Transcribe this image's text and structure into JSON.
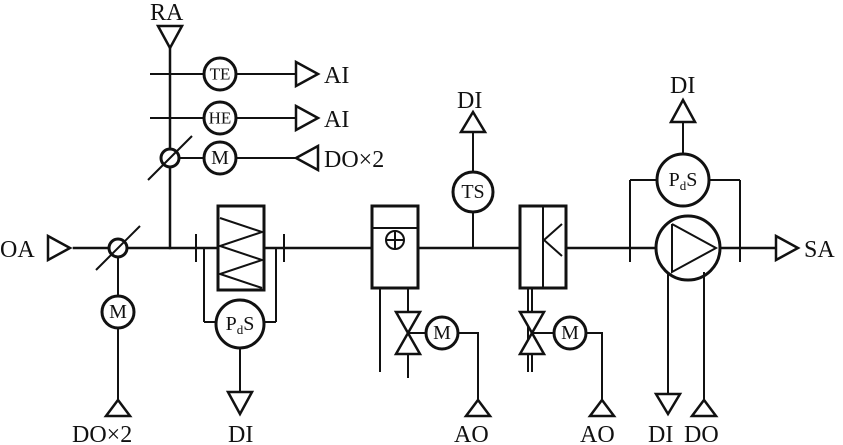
{
  "labels": {
    "ra": "RA",
    "oa": "OA",
    "sa": "SA",
    "ai_te": "AI",
    "ai_he": "AI",
    "do_ra_damper": "DO×2",
    "do_oa_damper": "DO×2",
    "di_filter": "DI",
    "di_ts": "DI",
    "ao_heating": "AO",
    "ao_cooling": "AO",
    "di_fan_pds": "DI",
    "di_fan": "DI",
    "do_fan": "DO"
  },
  "instruments": {
    "te": "TE",
    "he": "HE",
    "m_ra": "M",
    "m_oa": "M",
    "ts": "TS",
    "m_heat": "M",
    "m_cool": "M",
    "pds_filter": {
      "p": "P",
      "d": "d",
      "s": "S"
    },
    "pds_fan": {
      "p": "P",
      "d": "d",
      "s": "S"
    }
  }
}
